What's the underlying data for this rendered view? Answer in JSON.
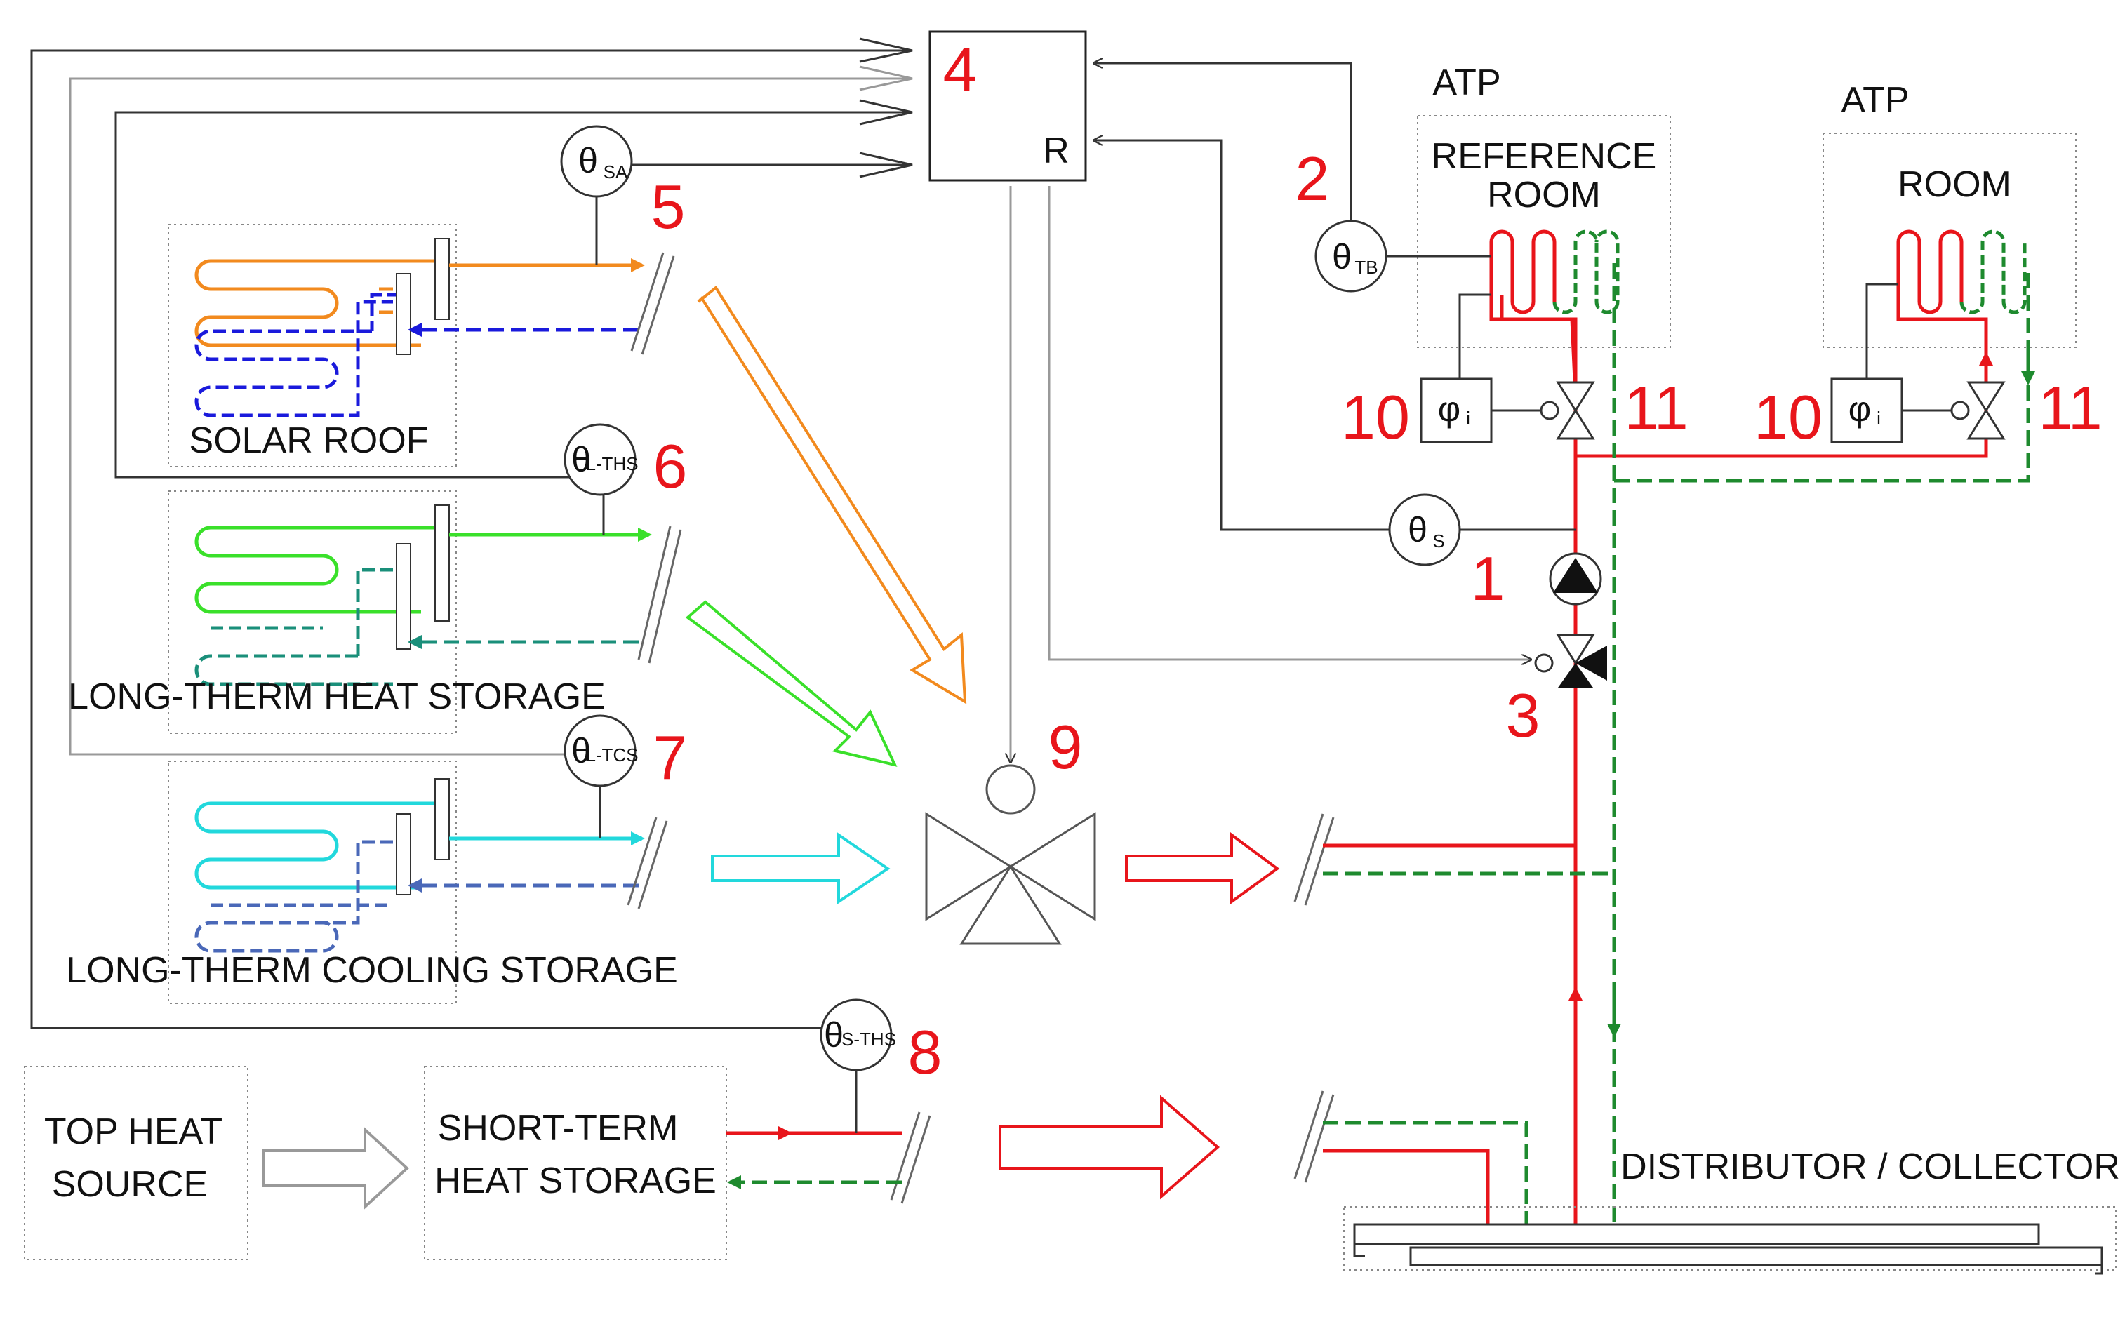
{
  "colors": {
    "supply": "#e8151b",
    "return": "#1e8a2e",
    "solar_supply": "#f28a1e",
    "solar_return": "#1a1adc",
    "heat_storage_supply": "#3ae02a",
    "heat_storage_return": "#1a8f7a",
    "cooling_supply": "#22d8dc",
    "cooling_return": "#4a68b8",
    "control": "#222222",
    "dotted_box": "#888888"
  },
  "labels": {
    "solar_roof": "SOLAR ROOF",
    "long_heat": "LONG-THERM HEAT STORAGE",
    "long_cool": "LONG-THERM COOLING STORAGE",
    "top_heat_1": "TOP HEAT",
    "top_heat_2": "SOURCE",
    "short_heat_1": "SHORT-TERM",
    "short_heat_2": "HEAT STORAGE",
    "atp_1": "ATP",
    "atp_2": "ATP",
    "ref_room_1": "REFERENCE",
    "ref_room_2": "ROOM",
    "room": "ROOM",
    "distributor": "DISTRIBUTOR / COLLECTOR",
    "controller": "R"
  },
  "sensors": {
    "sa": {
      "symbol": "θ",
      "sub": "SA"
    },
    "lths": {
      "symbol": "θ",
      "sub": "L-THS"
    },
    "ltcs": {
      "symbol": "θ",
      "sub": "L-TCS"
    },
    "sths": {
      "symbol": "θ",
      "sub": "S-THS"
    },
    "tb": {
      "symbol": "θ",
      "sub": "TB"
    },
    "s": {
      "symbol": "θ",
      "sub": "S"
    },
    "phi1": {
      "symbol": "φ",
      "sub": "i"
    },
    "phi2": {
      "symbol": "φ",
      "sub": "i"
    }
  },
  "numbers": {
    "n1": "1",
    "n2": "2",
    "n3": "3",
    "n4": "4",
    "n5": "5",
    "n6": "6",
    "n7": "7",
    "n8": "8",
    "n9": "9",
    "n10a": "10",
    "n10b": "10",
    "n11a": "11",
    "n11b": "11"
  }
}
